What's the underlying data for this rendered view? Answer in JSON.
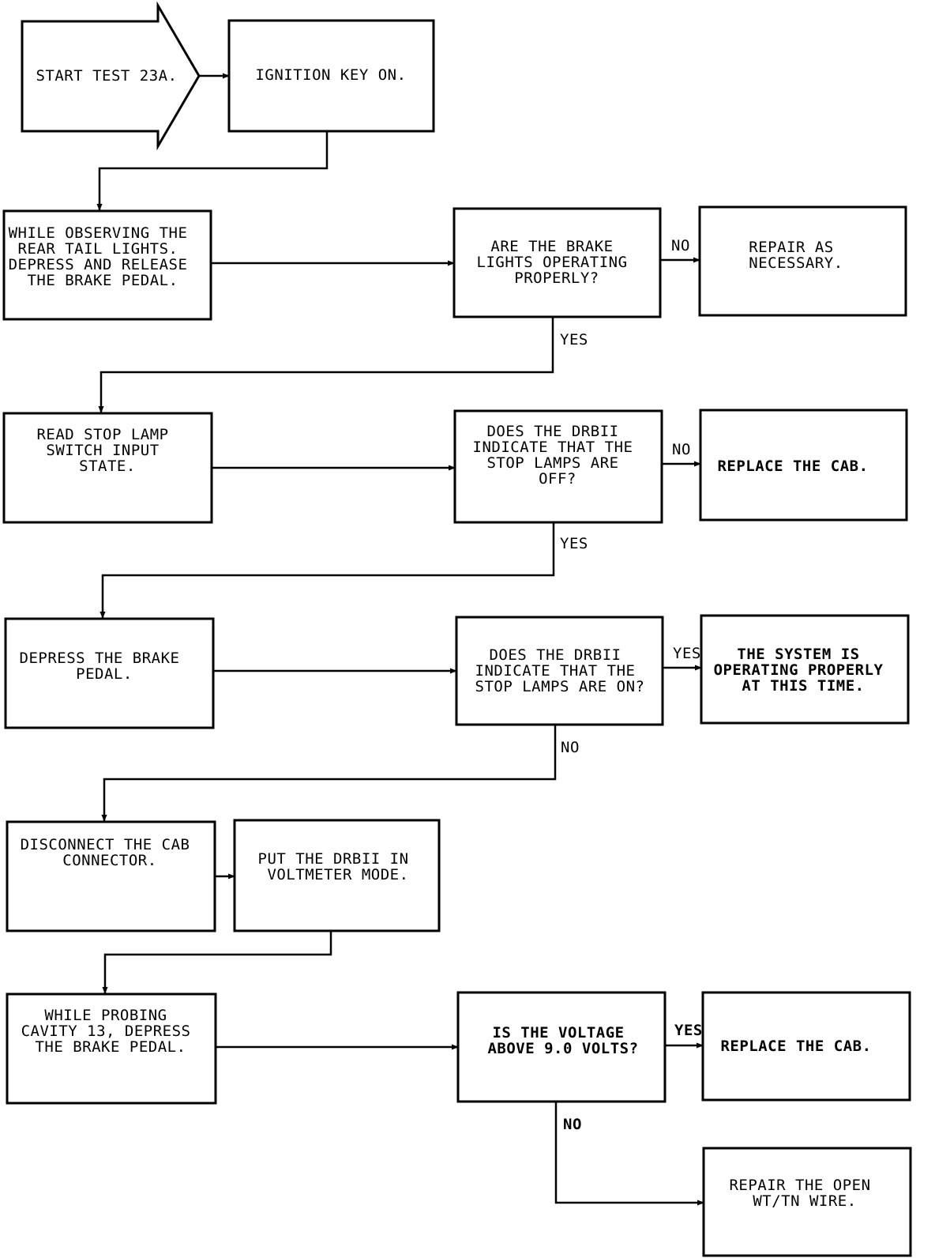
{
  "nodes": {
    "start": [
      "START TEST 23A."
    ],
    "ignition": [
      "IGNITION KEY ON."
    ],
    "observe": [
      "WHILE OBSERVING THE",
      "REAR TAIL LIGHTS.",
      "DEPRESS AND RELEASE",
      "THE BRAKE PEDAL."
    ],
    "q_brake_lights": [
      "ARE THE BRAKE",
      "LIGHTS OPERATING",
      "PROPERLY?"
    ],
    "repair_necessary": [
      "REPAIR AS",
      "NECESSARY."
    ],
    "read_switch": [
      "READ STOP LAMP",
      "SWITCH INPUT",
      "STATE."
    ],
    "q_lamps_off": [
      "DOES THE DRBII",
      "INDICATE THAT THE",
      "STOP LAMPS ARE",
      "OFF?"
    ],
    "replace_cab_1": [
      "REPLACE THE CAB."
    ],
    "depress_pedal": [
      "DEPRESS THE BRAKE",
      "PEDAL."
    ],
    "q_lamps_on": [
      "DOES THE DRBII",
      "INDICATE THAT THE",
      "STOP LAMPS ARE ON?"
    ],
    "system_ok": [
      "THE SYSTEM IS",
      "OPERATING PROPERLY",
      "AT THIS TIME."
    ],
    "disconnect": [
      "DISCONNECT THE CAB",
      "CONNECTOR."
    ],
    "voltmeter": [
      "PUT THE DRBII IN",
      "VOLTMETER MODE."
    ],
    "probe": [
      "WHILE PROBING",
      "CAVITY 13, DEPRESS",
      "THE BRAKE PEDAL."
    ],
    "q_voltage": [
      "IS THE VOLTAGE",
      "ABOVE 9.0 VOLTS?"
    ],
    "replace_cab_2": [
      "REPLACE THE CAB."
    ],
    "repair_open": [
      "REPAIR THE OPEN",
      "WT/TN WIRE."
    ]
  },
  "edge_labels": {
    "brake_no": "NO",
    "brake_yes": "YES",
    "off_no": "NO",
    "off_yes": "YES",
    "on_yes": "YES",
    "on_no": "NO",
    "volt_yes": "YES",
    "volt_no": "NO"
  }
}
